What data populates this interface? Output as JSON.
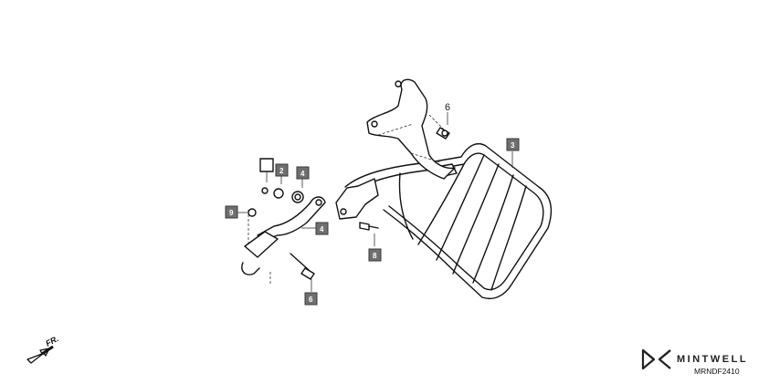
{
  "callouts": {
    "c1": "6",
    "c2": "3",
    "c3": "8",
    "c4": "4",
    "c5": "9",
    "c6": "6",
    "c7": "2",
    "c8": "4"
  },
  "direction": {
    "label": "FR."
  },
  "brand": {
    "name": "MINTWELL",
    "code": "MRNDF2410"
  }
}
